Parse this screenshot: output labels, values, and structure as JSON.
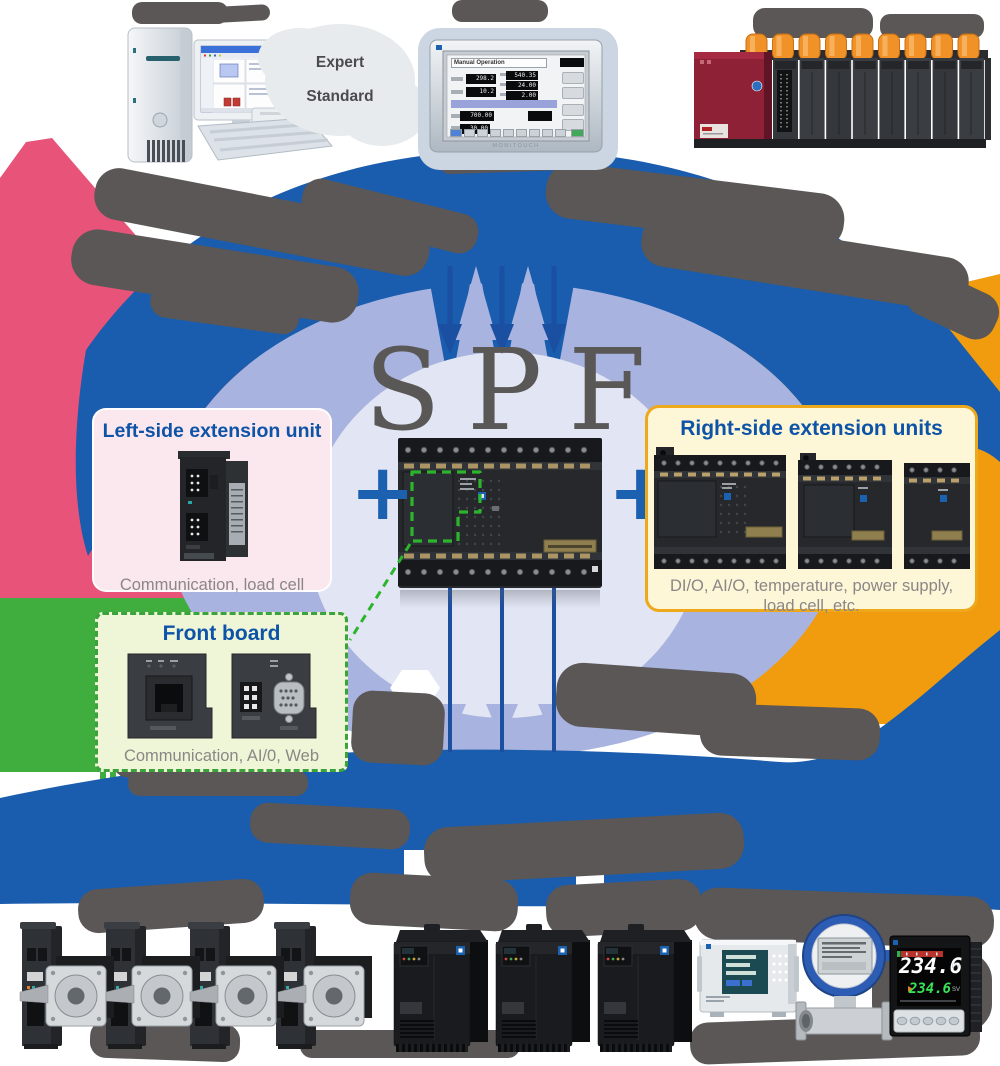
{
  "diagram": {
    "title": "SPF",
    "plus_left": "+",
    "plus_right": "+"
  },
  "top_row": {
    "loader_labels": {
      "expert": "Expert",
      "standard": "Standard"
    },
    "hmi": {
      "screen_title": "Manual Operation",
      "brand": "MONITOUCH",
      "values": [
        "298.2",
        "10.2",
        "540.35",
        "24.00",
        "2.00",
        "700.00",
        "30.00"
      ]
    }
  },
  "cards": {
    "left": {
      "title": "Left-side extension unit",
      "caption": "Communication, load cell"
    },
    "front": {
      "title": "Front board",
      "caption": "Communication, AI/0, Web"
    },
    "right": {
      "title": "Right-side extension units",
      "caption": "DI/O, AI/O, temperature, power supply, load cell, etc."
    }
  },
  "bottom_row": {
    "temp_controller": {
      "pv": "234.6",
      "pv_label": "PV",
      "sv": "234.6",
      "sv_label": "SV"
    }
  },
  "colors": {
    "pink": "#e85379",
    "green": "#3fae3e",
    "orange": "#f19c0e",
    "band_blue": "#1a5cad",
    "arrow_blue": "#1b4fa1",
    "ring_purple": "#a8b3df",
    "circle_lavender": "#e2e5f3",
    "title_blue": "#0d53a7",
    "caption_gray": "#8a8786",
    "blob_gray": "#5a5756"
  }
}
